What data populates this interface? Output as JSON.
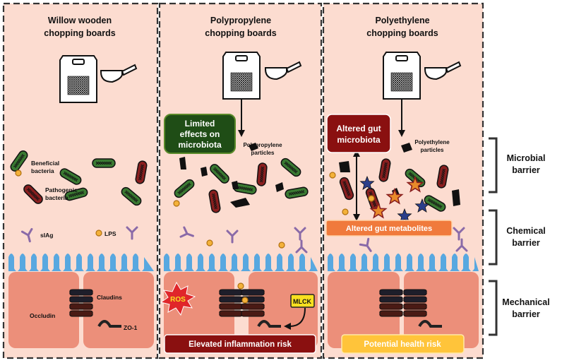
{
  "panels": [
    {
      "title_line1": "Willow wooden",
      "title_line2": "chopping boards"
    },
    {
      "title_line1": "Polypropylene",
      "title_line2": "chopping boards"
    },
    {
      "title_line1": "Polyethylene",
      "title_line2": "chopping boards"
    }
  ],
  "labels": {
    "beneficial_1": "Beneficial",
    "beneficial_2": "bacteria",
    "pathogenic_1": "Pathogenic",
    "pathogenic_2": "bacteria",
    "siag": "sIAg",
    "lps": "LPS",
    "claudins": "Claudins",
    "occludin": "Occludin",
    "zo1": "ZO-1",
    "pp_particles_1": "Polypropylene",
    "pp_particles_2": "particles",
    "pe_particles_1": "Polyethylene",
    "pe_particles_2": "particles",
    "ros": "ROS",
    "mlck": "MLCK"
  },
  "boxes": {
    "limited_1": "Limited",
    "limited_2": "effects on",
    "limited_3": "microbiota",
    "altered_gut_1": "Altered gut",
    "altered_gut_2": "microbiota",
    "altered_metabolites": "Altered gut metabolites",
    "elevated_inflammation": "Elevated inflammation risk",
    "potential_health": "Potential health risk"
  },
  "barriers": [
    {
      "line1": "Microbial",
      "line2": "barrier"
    },
    {
      "line1": "Chemical",
      "line2": "barrier"
    },
    {
      "line1": "Mechanical",
      "line2": "barrier"
    }
  ],
  "colors": {
    "panel_bg": "#fcdcd0",
    "mucus": "#58a8e0",
    "cell": "#ec8f7a",
    "beneficial": "#3a7a32",
    "pathogenic": "#8a1f1f",
    "dark_green_box": "#1f4d16",
    "dark_red_box": "#8a1010",
    "orange_box": "#f07a3c",
    "yellow_box": "#ffc43a",
    "lps": "#f4b23a",
    "antibody": "#8a6aa8"
  }
}
